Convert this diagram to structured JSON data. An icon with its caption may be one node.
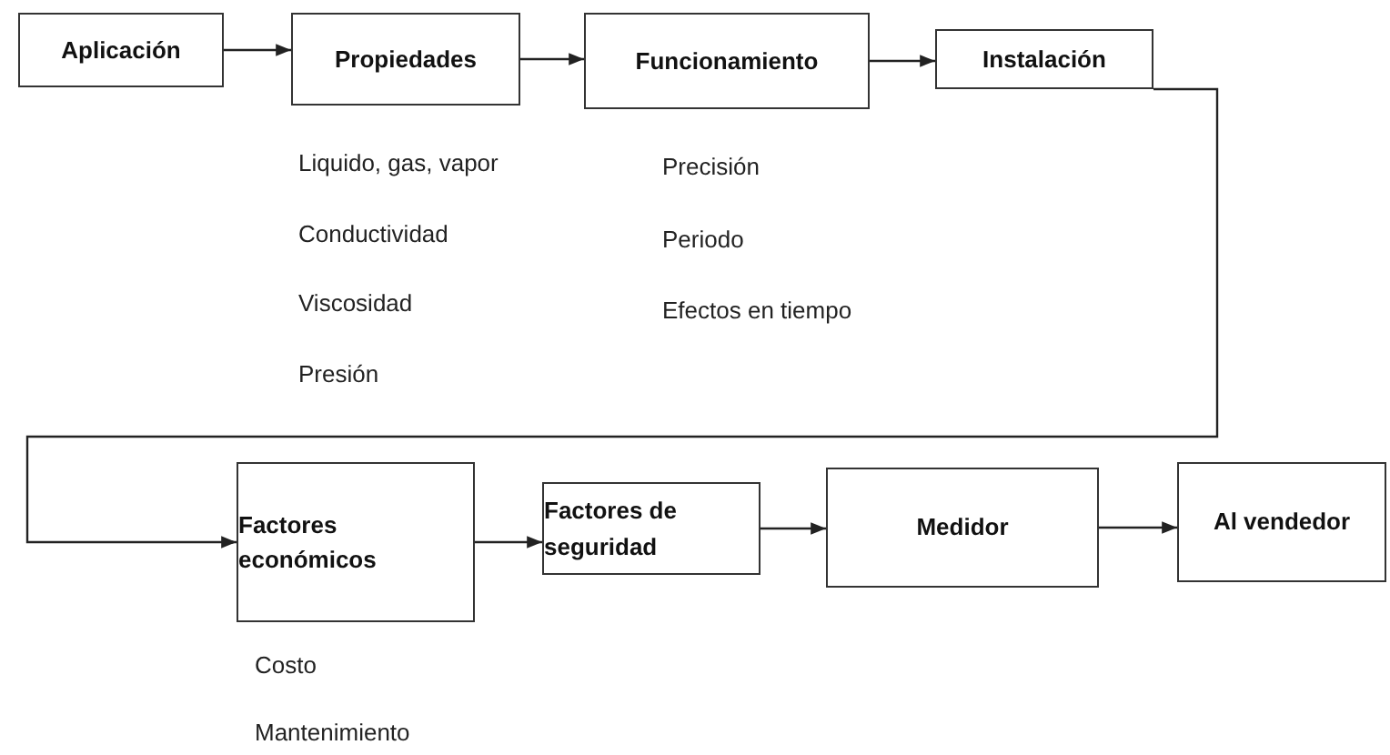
{
  "diagram": {
    "nodes": [
      {
        "text": [
          "Aplicación"
        ]
      },
      {
        "text": [
          "Propiedades"
        ],
        "beside": [
          "Liquido, gas, vapor",
          "Conductividad",
          "Viscosidad",
          "Presión"
        ]
      },
      {
        "text": [
          "Funcionamiento"
        ],
        "beside": [
          "Precisión",
          "Periodo",
          "Efectos en tiempo"
        ]
      },
      {
        "text": [
          "Instalación"
        ]
      },
      {
        "text": [
          "Factores económicos"
        ],
        "beside": [
          "Costo",
          "Mantenimiento"
        ]
      },
      {
        "text": [
          "Factores de seguridad"
        ]
      },
      {
        "text": [
          "Medidor"
        ]
      },
      {
        "text": [
          "Al vendedor"
        ]
      }
    ],
    "edges": [
      {
        "from": 0,
        "to": 1,
        "arrow": "to"
      },
      {
        "from": 1,
        "to": 2,
        "arrow": "to"
      },
      {
        "from": 2,
        "to": 3,
        "arrow": "to"
      },
      {
        "from": 3,
        "to": 4,
        "arrow": "to"
      },
      {
        "from": 4,
        "to": 5,
        "arrow": "to"
      },
      {
        "from": 5,
        "to": 6,
        "arrow": "to"
      },
      {
        "from": 6,
        "to": 7,
        "arrow": "to"
      }
    ]
  }
}
